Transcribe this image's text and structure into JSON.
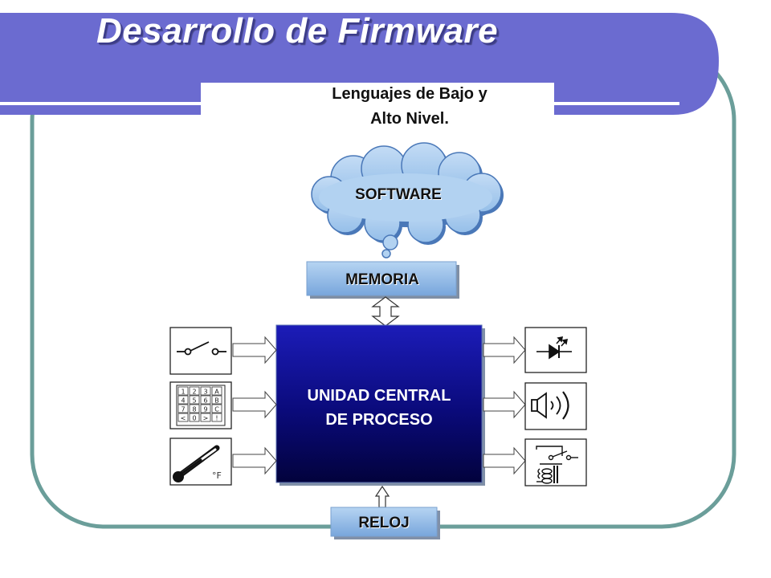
{
  "slide": {
    "title": "Desarrollo de Firmware",
    "subtitle_line1": "Lenguajes de Bajo y",
    "subtitle_line2": "Alto Nivel."
  },
  "diagram": {
    "software_label": "SOFTWARE",
    "memory_label": "MEMORIA",
    "cpu_label_line1": "UNIDAD CENTRAL",
    "cpu_label_line2": "DE PROCESO",
    "clock_label": "RELOJ",
    "keypad_keys": [
      [
        "1",
        "2",
        "3",
        "A"
      ],
      [
        "4",
        "5",
        "6",
        "B"
      ],
      [
        "7",
        "8",
        "9",
        "C"
      ],
      [
        "<",
        "0",
        ">",
        "!"
      ]
    ],
    "thermometer_unit": "°F"
  },
  "colors": {
    "header_band": "#6b6bd0",
    "frame_border": "#6b9e9a",
    "cloud_fill": "#a8cdef",
    "cloud_stroke": "#4a78b8",
    "box_fill_light": "#a9cbee",
    "box_fill_dark": "#6f9fd8",
    "cpu_top": "#1a1ab4",
    "cpu_bottom": "#020240"
  }
}
